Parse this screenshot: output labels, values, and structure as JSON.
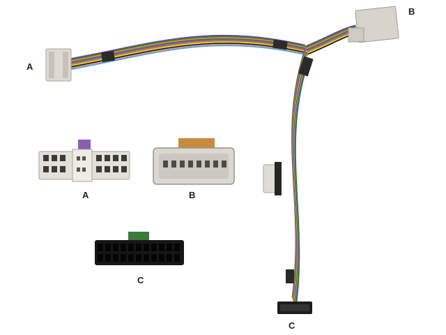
{
  "labels": {
    "harness_a": "A",
    "harness_b": "B",
    "harness_c": "C",
    "connector_a": "A",
    "connector_b": "B",
    "connector_c": "C"
  },
  "colors": {
    "background": "#ffffff",
    "connector_grey": "#d8d4cc",
    "connector_black": "#1a1a1a",
    "wire_palette": [
      "#7a3fa0",
      "#2f7d3a",
      "#c9a400",
      "#3a5fc8",
      "#d04a3a",
      "#8a8a8a",
      "#e6e000",
      "#1a1a1a",
      "#e48ab0",
      "#4fa7c9"
    ]
  }
}
